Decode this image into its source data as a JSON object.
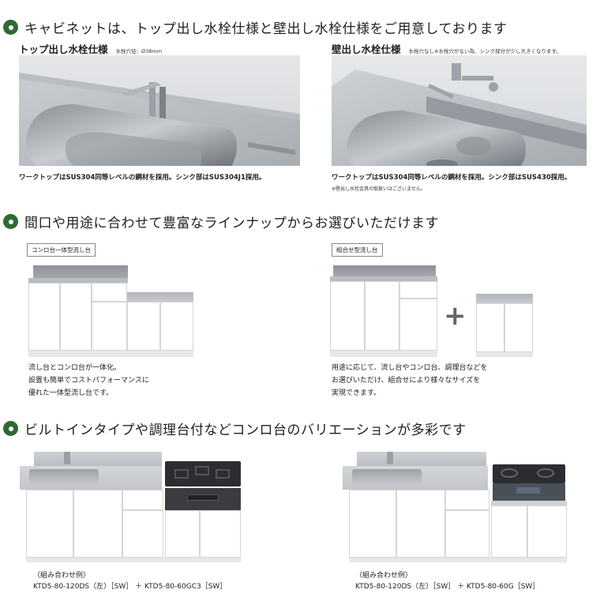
{
  "colors": {
    "bullet_green": "#2f6a35",
    "steel": "#a7abb0",
    "cooktop_black": "#2b2d30"
  },
  "section1": {
    "title": "キャビネットは、トップ出し水栓仕様と壁出し水栓仕様をご用意しております",
    "left": {
      "label": "トップ出し水栓仕様",
      "note": "水栓穴径：Ø38mm",
      "image_alt": "top-faucet-sink-photo",
      "caption": "ワークトップはSUS304同等レベルの鋼材を採用。シンク部はSUS304J1採用。"
    },
    "right": {
      "label": "壁出し水栓仕様",
      "note": "水栓穴なし※水栓穴がない為、シンク部分が少し大きくなります。",
      "image_alt": "wall-faucet-sink-photo",
      "caption": "ワークトップはSUS304同等レベルの鋼材を採用。シンク部はSUS430採用。",
      "footnote": "※壁出し水栓金具の取扱いはございません。"
    }
  },
  "section2": {
    "title": "間口や用途に合わせて豊富なラインナップからお選びいただけます",
    "left": {
      "tag": "コンロ台一体型流し台",
      "desc": [
        "流し台とコンロ台が一体化。",
        "設置も簡単でコストパフォーマンスに",
        "優れた一体型流し台です。"
      ]
    },
    "right": {
      "tag": "組合せ型流し台",
      "plus": "+",
      "desc": [
        "用途に応じて、流し台やコンロ台、調理台などを",
        "お選びいただけ、組合せにより様々なサイズを",
        "実現できます。"
      ]
    }
  },
  "section3": {
    "title": "ビルトインタイプや調理台付などコンロ台のバリエーションが多彩です",
    "left": {
      "example_label": "（組み合わせ例）",
      "model": "KTD5-80-120DS（左）［SW］ ＋ KTD5-80-60GC3［SW］"
    },
    "right": {
      "example_label": "（組み合わせ例）",
      "model": "KTD5-80-120DS（左）［SW］ ＋ KTD5-80-60G［SW］"
    }
  }
}
